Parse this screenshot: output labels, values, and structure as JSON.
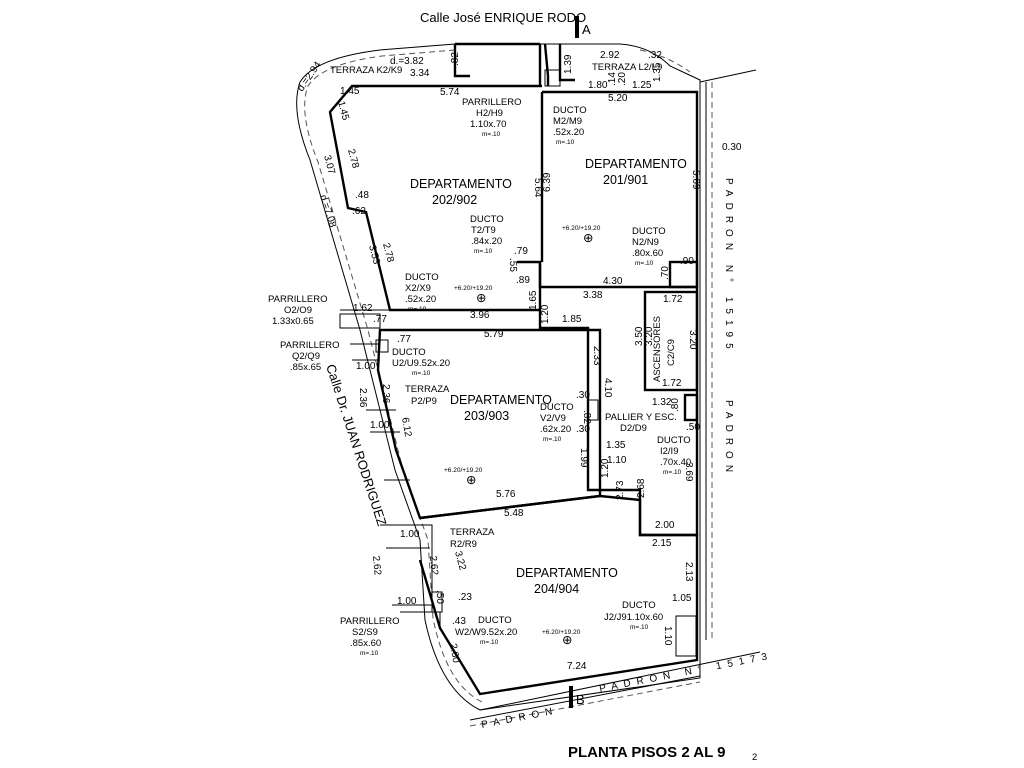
{
  "streets": {
    "top": "Calle José ENRIQUE RODO",
    "left": "Calle Dr. JUAN RODRIGUEZ",
    "right_padron": "PADRON N° 15195",
    "bottom_padron": "PADRON N° 15173"
  },
  "section_marks": {
    "a": "A",
    "b": "B"
  },
  "title": "PLANTA PISOS 2 AL 9",
  "page_number": "2",
  "apartments": [
    {
      "label": "DEPARTAMENTO",
      "number": "201/901",
      "level": "+6.20/+19.20"
    },
    {
      "label": "DEPARTAMENTO",
      "number": "202/902",
      "level": "+6.20/+19.20"
    },
    {
      "label": "DEPARTAMENTO",
      "number": "203/903",
      "level": "+6.20/+19.20"
    },
    {
      "label": "DEPARTAMENTO",
      "number": "204/904",
      "level": "+6.20/+19.20"
    }
  ],
  "ducts": [
    {
      "name": "DUCTO",
      "code": "M2/M9",
      "size": ".52x.20",
      "m": "m=.10"
    },
    {
      "name": "DUCTO",
      "code": "T2/T9",
      "size": ".84x.20",
      "m": "m=.10"
    },
    {
      "name": "DUCTO",
      "code": "N2/N9",
      "size": ".80x.60",
      "m": "m=.10"
    },
    {
      "name": "DUCTO",
      "code": "X2/X9",
      "size": ".52x.20",
      "m": "m=.10"
    },
    {
      "name": "DUCTO",
      "code": "U2/U9.52x.20",
      "size": "",
      "m": "m=.10"
    },
    {
      "name": "DUCTO",
      "code": "V2/V9",
      "size": ".62x.20",
      "m": "m=.10"
    },
    {
      "name": "DUCTO",
      "code": "I2/I9",
      "size": ".70x.40",
      "m": "m=.10"
    },
    {
      "name": "DUCTO",
      "code": "W2/W9.52x.20",
      "size": "",
      "m": "m=.10"
    },
    {
      "name": "DUCTO",
      "code": "J2/J91.10x.60",
      "size": "",
      "m": "m=.10"
    }
  ],
  "parrilleros": [
    {
      "name": "PARRILLERO",
      "code": "H2/H9",
      "size": "1.10x.70",
      "m": "m=.10"
    },
    {
      "name": "PARRILLERO",
      "code": "O2/O9",
      "size": "1.33x0.65",
      "m": ""
    },
    {
      "name": "PARRILLERO",
      "code": "Q2/Q9",
      "size": ".85x.65",
      "m": ""
    },
    {
      "name": "PARRILLERO",
      "code": "S2/S9",
      "size": ".85x.60",
      "m": "m=.10"
    }
  ],
  "terraces": {
    "k": "TERRAZA K2/K9",
    "l": "TERRAZA L2/L9",
    "p": "TERRAZA",
    "p_code": "P2/P9",
    "r": "TERRAZA",
    "r_code": "R2/R9"
  },
  "ascensores": {
    "label": "ASCENSORES",
    "code": "C2/C9"
  },
  "pallier": {
    "label": "PALLIER Y ESC.",
    "code": "D2/D9"
  },
  "dims": {
    "d382": "d.=3.82",
    "d294": "d.=2.94",
    "d708": "d.=7.08",
    "v334": "3.34",
    "v574": "5.74",
    "v145a": "1.45",
    "v145b": "1.45",
    "v82": ".82",
    "v139": "1.39",
    "v292": "2.92",
    "v32": ".32",
    "v180": "1.80",
    "v14": ".14",
    "v20a": ".20",
    "v135": "1.35",
    "v125": "1.25",
    "v110top": "1.10x.70",
    "v520": "5.20",
    "v564": "5.64",
    "v639": "6.39",
    "v569": "5.69",
    "v030": "0.30",
    "v307": "3.07",
    "v278a": "2.78",
    "v48": ".48",
    "v62": ".62",
    "v353": "3.53",
    "v278b": "2.78",
    "v79": ".79",
    "v55": ".55",
    "v89": ".89",
    "v430": "4.30",
    "v90": ".90",
    "v70": ".70",
    "v338": "3.38",
    "v165": "1.65",
    "v120a": "1.20",
    "v162": "1.62",
    "v77a": ".77",
    "v396": "3.96",
    "v185": "1.85",
    "v579": "5.79",
    "v172a": "1.72",
    "v350": "3.50",
    "v320a": "3.20",
    "v320b": "3.20",
    "v172b": "1.72",
    "v77b": ".77",
    "v100a": "1.00",
    "v236a": "2.36",
    "v236b": "2.36",
    "v100b": "1.00",
    "v612": "6.12",
    "v233": "2.33",
    "v410": "4.10",
    "v30a": ".30",
    "v30b": ".30",
    "v82b": ".82",
    "v132": "1.32",
    "v80": ".80",
    "v50": ".50",
    "v135b": "1.35",
    "v110": "1.10",
    "v120b": "1.20",
    "v273": "2.73",
    "v268": "2.68",
    "v369": "3.69",
    "v199": "1.99",
    "v576": "5.76",
    "v548": "5.48",
    "v200": "2.00",
    "v215": "2.15",
    "v100c": "1.00",
    "v262a": "2.62",
    "v262b": "2.62",
    "v322": "3.22",
    "v23": ".23",
    "v100d": "1.00",
    "v50b": ".50",
    "v43": ".43",
    "v213": "2.13",
    "v105": "1.05",
    "v260": "2.60",
    "v724": "7.24",
    "v110b": "1.10"
  }
}
